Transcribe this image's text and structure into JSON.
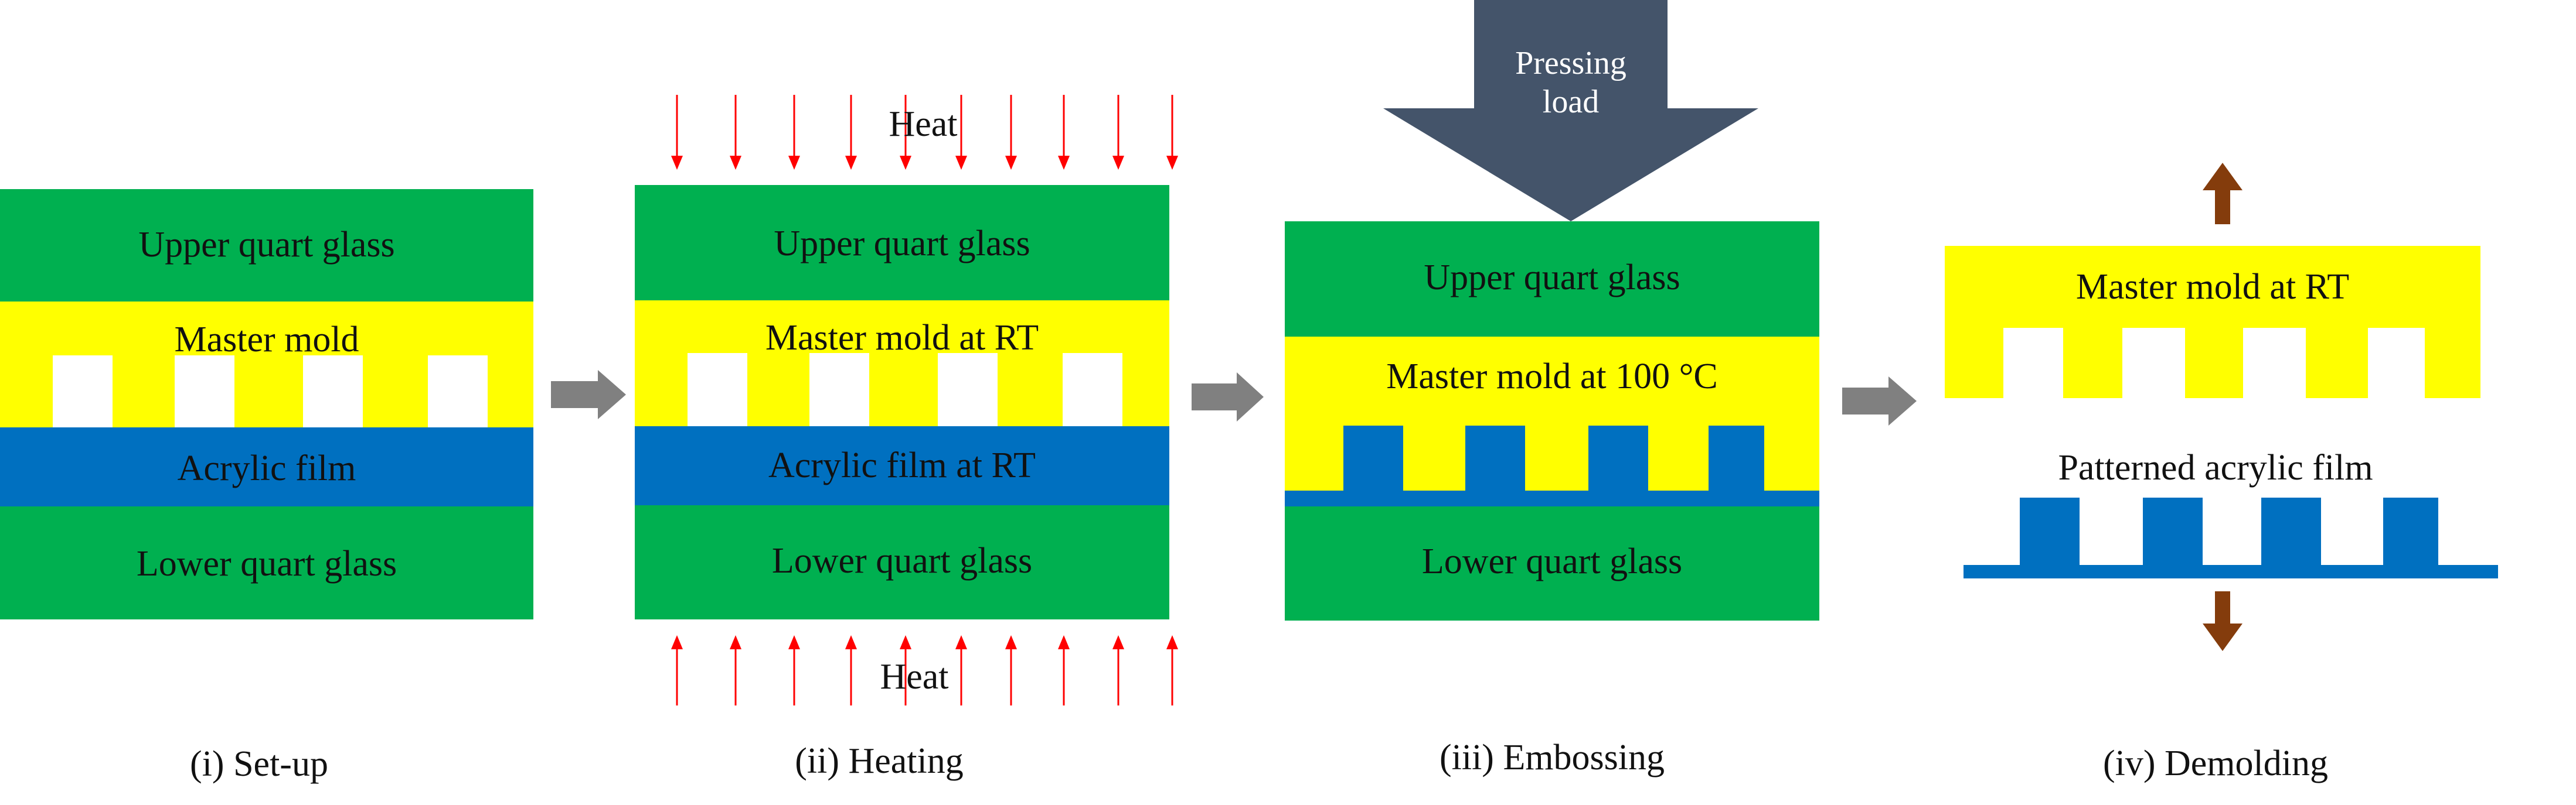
{
  "colors": {
    "glass": "#00b050",
    "mold": "#ffff00",
    "film": "#0070c0",
    "heat_arrow": "#ff0000",
    "flow_arrow": "#808080",
    "pressing_load": "#44546a",
    "demold_arrow": "#843c0c"
  },
  "panels": {
    "setup": {
      "caption": "(i) Set-up",
      "upper_glass": "Upper quart glass",
      "mold": "Master mold",
      "film": "Acrylic film",
      "lower_glass": "Lower quart glass"
    },
    "heating": {
      "caption": "(ii) Heating",
      "heat_top": "Heat",
      "heat_bottom": "Heat",
      "upper_glass": "Upper quart glass",
      "mold": "Master mold at RT",
      "film": "Acrylic film at RT",
      "lower_glass": "Lower quart glass"
    },
    "embossing": {
      "caption": "(iii) Embossing",
      "load_line1": "Pressing",
      "load_line2": "load",
      "upper_glass": "Upper quart glass",
      "mold": "Master mold at 100 °C",
      "lower_glass": "Lower quart glass"
    },
    "demolding": {
      "caption": "(iv) Demolding",
      "mold": "Master mold at RT",
      "film": "Patterned acrylic film"
    }
  }
}
